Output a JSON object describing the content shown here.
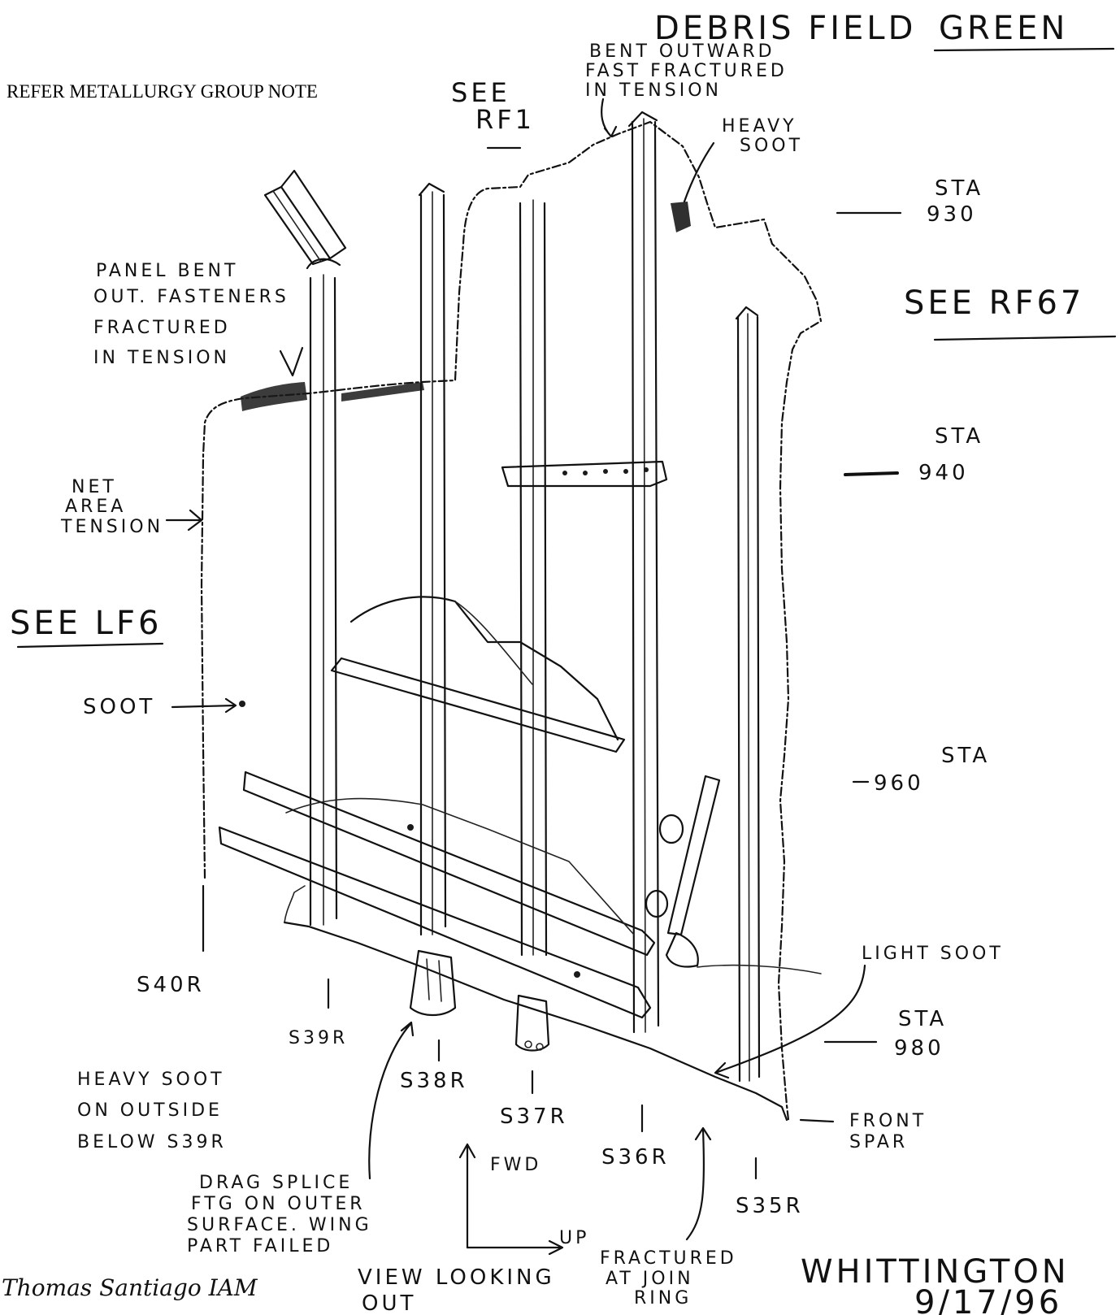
{
  "header": {
    "debris_field": "DEBRIS FIELD",
    "field_color": "GREEN",
    "refer_note": "REFER METALLURGY GROUP NOTE"
  },
  "references": {
    "see_rf1_line1": "SEE",
    "see_rf1_line2": "RF1",
    "see_rf67": "SEE RF67",
    "see_lf6": "SEE LF6"
  },
  "annotations": {
    "bent_outward": [
      "BENT OUTWARD",
      "FAST FRACTURED",
      "IN TENSION"
    ],
    "heavy_soot_top": [
      "HEAVY",
      "SOOT"
    ],
    "panel_bent": [
      "PANEL BENT",
      "OUT. FASTENERS",
      "FRACTURED",
      "IN TENSION"
    ],
    "net_area": [
      "NET",
      "AREA",
      "TENSION"
    ],
    "soot": "SOOT",
    "light_soot": "LIGHT SOOT",
    "heavy_soot_outside": [
      "HEAVY SOOT",
      "ON OUTSIDE",
      "BELOW S39R"
    ],
    "drag_splice": [
      "DRAG SPLICE",
      "FTG ON OUTER",
      "SURFACE. WING",
      "PART FAILED"
    ],
    "fractured_join": [
      "FRACTURED",
      "AT JOIN",
      "RING"
    ],
    "front_spar": [
      "FRONT",
      "SPAR"
    ]
  },
  "stations": [
    {
      "label": "STA",
      "value": "930"
    },
    {
      "label": "STA",
      "value": "940"
    },
    {
      "label": "STA",
      "value": "960"
    },
    {
      "label": "STA",
      "value": "980"
    }
  ],
  "stringers": [
    "S40R",
    "S39R",
    "S38R",
    "S37R",
    "S36R",
    "S35R"
  ],
  "orientation": {
    "fwd": "FWD",
    "up": "UP",
    "view": [
      "VIEW LOOKING",
      "OUT"
    ]
  },
  "signatures": {
    "left": "Thomas Santiago IAM",
    "right_name": "WHITTINGTON",
    "right_date": "9/17/96"
  }
}
